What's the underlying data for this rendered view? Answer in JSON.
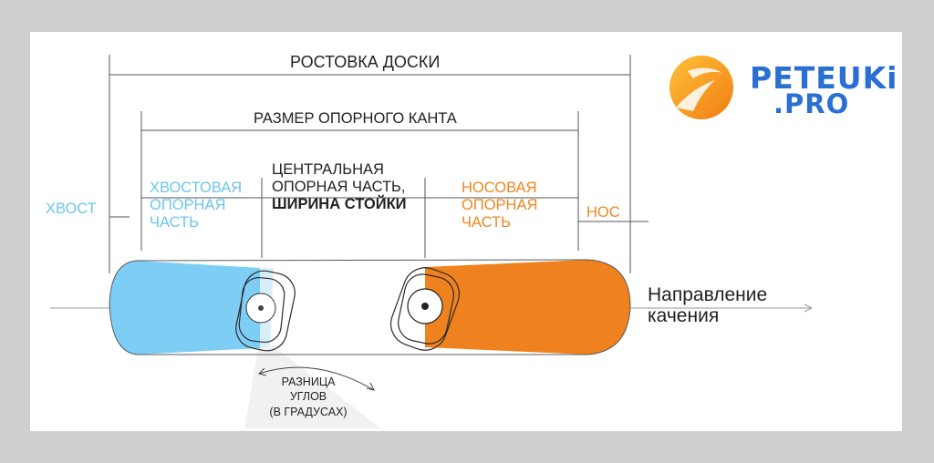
{
  "labels": {
    "board_length": "РОСТОВКА ДОСКИ",
    "effective_edge": "РАЗМЕР ОПОРНОГО КАНТА",
    "tail": "ХВОСТ",
    "tail_contact": [
      "ХВОСТОВАЯ",
      "ОПОРНАЯ",
      "ЧАСТЬ"
    ],
    "center_contact": [
      "ЦЕНТРАЛЬНАЯ",
      "ОПОРНАЯ ЧАСТЬ,"
    ],
    "stance_width": "ШИРИНА СТОЙКИ",
    "nose_contact": [
      "НОСОВАЯ",
      "ОПОРНАЯ",
      "ЧАСТЬ"
    ],
    "nose": "НОС",
    "direction": [
      "Направление",
      "качения"
    ],
    "angle_diff": [
      "РАЗНИЦА",
      "УГЛОВ",
      "(В ГРАДУСАХ)"
    ]
  },
  "logo": {
    "line1": "PETEUKi",
    "line2": ".PRO"
  },
  "colors": {
    "tail": "#7dcdf5",
    "nose": "#ef821e",
    "logo_orange": "#f39a1e",
    "logo_blue": "#2a6fd3"
  }
}
